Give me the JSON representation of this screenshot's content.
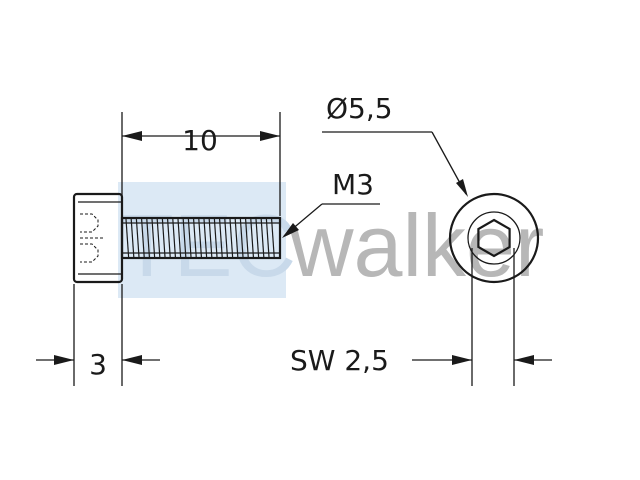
{
  "watermark": {
    "text_box": "TEC",
    "text": "walker",
    "box_color": "#dce9f5",
    "text_color": "#b7b7b7"
  },
  "dimensions": {
    "length": "10",
    "head_height": "3",
    "thread": "M3",
    "head_diameter": "Ø5,5",
    "wrench_size": "SW 2,5"
  },
  "colors": {
    "line": "#1a1a1a",
    "background": "#ffffff"
  }
}
